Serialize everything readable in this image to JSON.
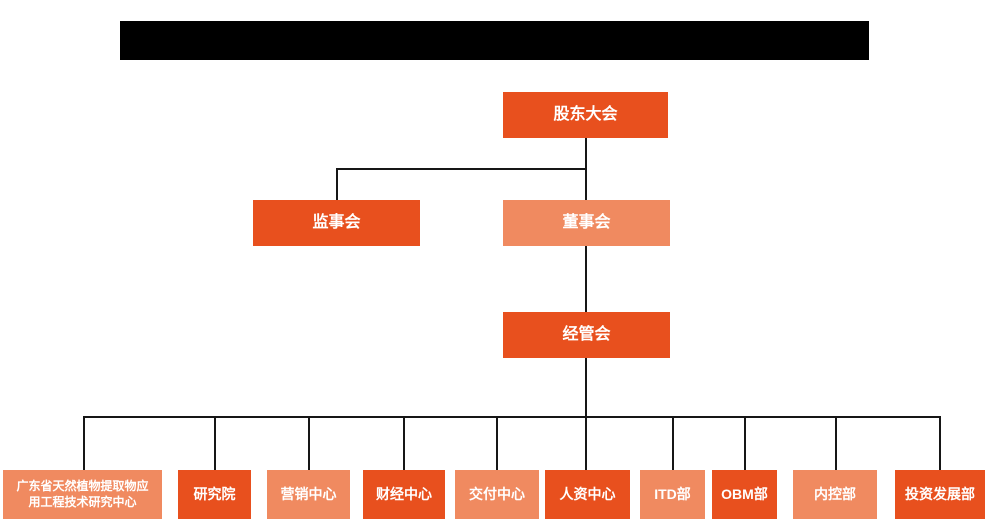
{
  "colors": {
    "solid": "#E8501E",
    "light": "#F08A60",
    "line": "#161616",
    "text": "#FFFFFF",
    "redaction": "#000000"
  },
  "header": {
    "redacted_text": ""
  },
  "org_chart": {
    "root": {
      "label": "股东大会",
      "variant": "solid"
    },
    "level2": [
      {
        "label": "监事会",
        "variant": "solid"
      },
      {
        "label": "董事会",
        "variant": "light"
      }
    ],
    "level3": {
      "label": "经管会",
      "variant": "solid"
    },
    "departments": [
      {
        "label": "广东省天然植物提取物应\n用工程技术研究中心",
        "variant": "light"
      },
      {
        "label": "研究院",
        "variant": "solid"
      },
      {
        "label": "营销中心",
        "variant": "light"
      },
      {
        "label": "财经中心",
        "variant": "solid"
      },
      {
        "label": "交付中心",
        "variant": "light"
      },
      {
        "label": "人资中心",
        "variant": "solid"
      },
      {
        "label": "ITD部",
        "variant": "light"
      },
      {
        "label": "OBM部",
        "variant": "solid"
      },
      {
        "label": "内控部",
        "variant": "light"
      },
      {
        "label": "投资发展部",
        "variant": "solid"
      }
    ]
  }
}
